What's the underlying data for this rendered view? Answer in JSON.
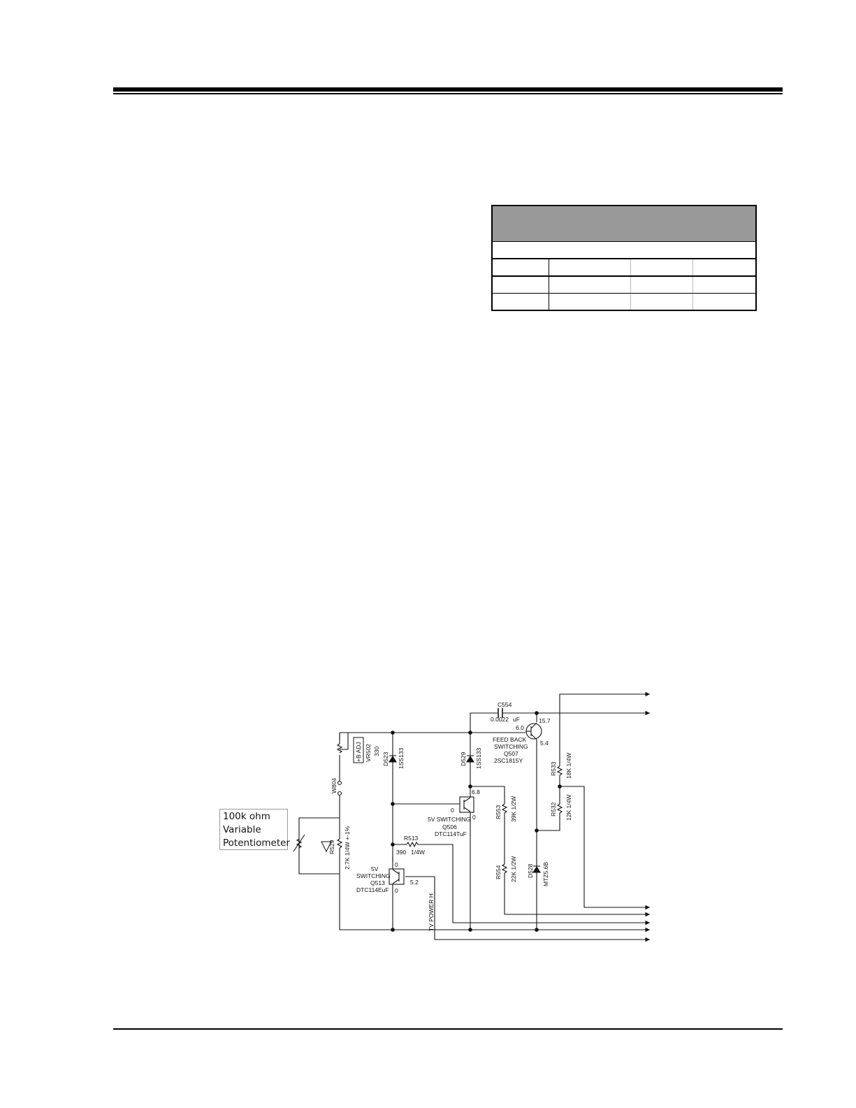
{
  "callout": {
    "line1": "100k ohm",
    "line2": "Variable",
    "line3": "Potentiometer"
  },
  "schematic": {
    "c554": {
      "ref": "C554",
      "value": "0.0022",
      "unit": "uF"
    },
    "q507": {
      "title1": "FEED BACK",
      "title2": "SWITCHING",
      "ref": "Q507",
      "part": "2SC1815Y",
      "v_collector": "15.7",
      "v_base": "6.0",
      "v_emitter": "5.4"
    },
    "vr502": {
      "box": "+B ADJ",
      "ref": "VR502",
      "value": "330"
    },
    "d523": {
      "ref": "D523",
      "part": "1SS133"
    },
    "d529": {
      "ref": "D529",
      "part": "1SS133"
    },
    "w804": {
      "ref": "W804"
    },
    "q506": {
      "title": "5V SWITCHING",
      "ref": "Q506",
      "part": "DTC114TuF",
      "v_collector": "6.8",
      "v_base": "0",
      "v_emitter": "0"
    },
    "r553": {
      "ref": "R553",
      "value": "39K 1/2W"
    },
    "r554": {
      "ref": "R554",
      "value": "22K 1/2W"
    },
    "r533": {
      "ref": "R533",
      "value": "18K 1/4W"
    },
    "r532": {
      "ref": "R532",
      "value": "12K 1/4W"
    },
    "d528": {
      "ref": "D528",
      "part": "MTZ5.6B"
    },
    "r529": {
      "ref": "R529",
      "value": "2.7K 1/4W +-1%"
    },
    "r513": {
      "ref": "R513",
      "value": "390",
      "rating": "1/4W"
    },
    "q513": {
      "title1": "5V",
      "title2": "SWITCHING",
      "ref": "Q513",
      "part": "DTC114EuF",
      "v_base": "0",
      "v_emitter": "0",
      "v_collector": "5.2"
    },
    "signal": {
      "tv_power": "TV POWER H"
    }
  },
  "colors": {
    "table_header": "#999999",
    "rule": "#000000",
    "callout_border": "#9a9a9a"
  }
}
